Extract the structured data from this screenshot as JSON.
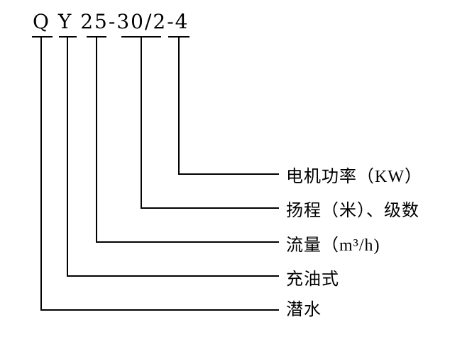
{
  "diagram": {
    "model_code": "Q Y 25-30/2-4",
    "legend": [
      {
        "segment": "4",
        "label": "电机功率（KW）"
      },
      {
        "segment": "30/2",
        "label": "扬程（米）、级数"
      },
      {
        "segment": "25",
        "label": "流量（m³/h)"
      },
      {
        "segment": "Y",
        "label": "充油式"
      },
      {
        "segment": "Q",
        "label": "潜水"
      }
    ],
    "line_color": "#000000",
    "background_color": "#ffffff"
  }
}
